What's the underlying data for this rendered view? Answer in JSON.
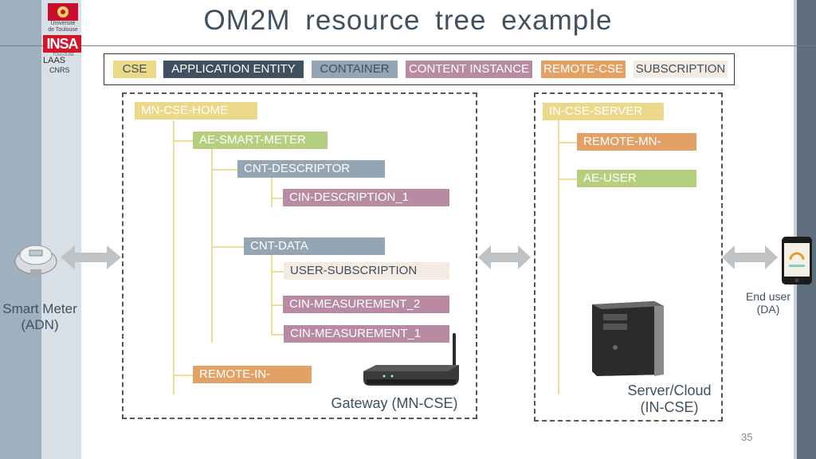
{
  "title": "OM2M resource tree example",
  "legend": {
    "cse": "CSE",
    "ae": "APPLICATION ENTITY",
    "container": "CONTAINER",
    "content_instance": "CONTENT INSTANCE",
    "remote_cse": "REMOTE-CSE",
    "subscription": "SUBSCRIPTION"
  },
  "mn_tree": {
    "root": "MN-CSE-HOME",
    "ae": "AE-SMART-METER",
    "cnt_descriptor": "CNT-DESCRIPTOR",
    "cin_description": "CIN-DESCRIPTION_1",
    "cnt_data": "CNT-DATA",
    "user_subscription": "USER-SUBSCRIPTION",
    "cin_measurement_2": "CIN-MEASUREMENT_2",
    "cin_measurement_1": "CIN-MEASUREMENT_1",
    "remote_in": "REMOTE-IN-SERVER"
  },
  "in_tree": {
    "root": "IN-CSE-SERVER",
    "remote_mn": "REMOTE-MN-HOME",
    "ae_user": "AE-USER"
  },
  "captions": {
    "gateway": "Gateway (MN-CSE)",
    "server_line1": "Server/Cloud",
    "server_line2": "(IN-CSE)",
    "smart_meter_line1": "Smart Meter",
    "smart_meter_line2": "(ADN)",
    "end_user_line1": "End user",
    "end_user_line2": "(DA)"
  },
  "logos": {
    "ut_line1": "Université",
    "ut_line2": "de Toulouse",
    "insa": "INSA",
    "insa_sub": "TOULOUSE",
    "laas": "LAAS",
    "cnrs": "CNRS"
  },
  "page_number": "35",
  "colors": {
    "cse": "#ecd889",
    "ae": "#b5cf7e",
    "container": "#94a6b4",
    "content_instance": "#b88ba2",
    "remote_cse": "#e4a165",
    "subscription": "#f3ebe1",
    "legend_ae": "#3f5060"
  }
}
